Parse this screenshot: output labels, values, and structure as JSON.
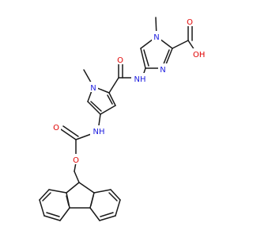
{
  "molecule": {
    "colors": {
      "bond": "#1a1a1a",
      "oxygen": "#e00000",
      "nitrogen": "#2020e0",
      "background": "#ffffff"
    },
    "atoms": {
      "n_imid_methyl": "N",
      "n_imid_ring": "N",
      "o_acid_carbonyl": "O",
      "oh_acid": "OH",
      "o_amide": "O",
      "nh_amide": "NH",
      "n_pyrrole": "N",
      "nh_carbamate": "NH",
      "o_carbamate_carbonyl": "O",
      "o_carbamate_ester": "O"
    }
  }
}
